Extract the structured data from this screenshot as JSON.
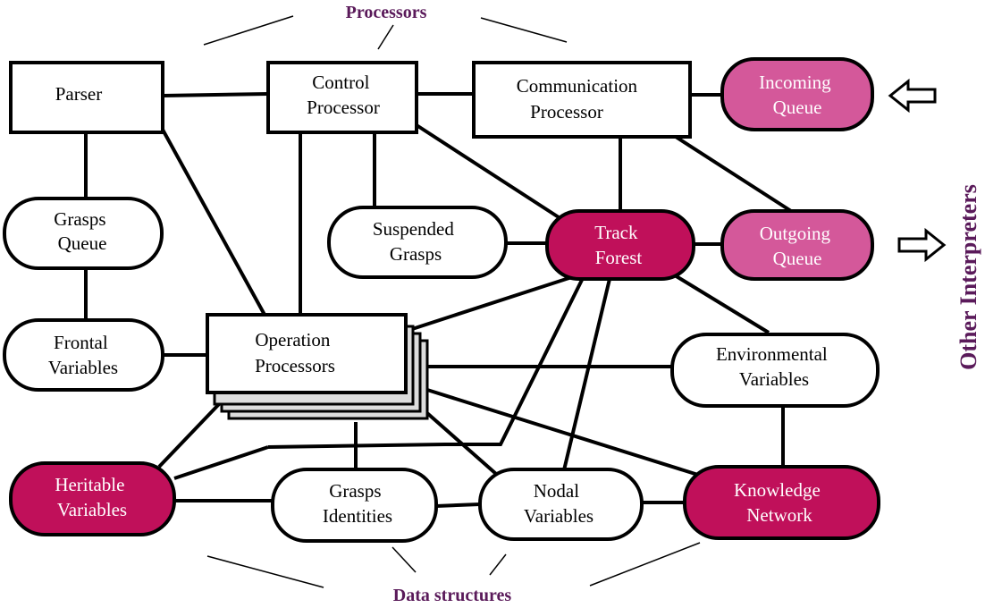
{
  "colors": {
    "dark_magenta": "#c0105a",
    "light_magenta": "#d4589a",
    "label_purple": "#5a1a5a",
    "white": "#ffffff"
  },
  "labels": {
    "processors": "Processors",
    "data_structures": "Data structures",
    "other_interpreters": "Other Interpreters"
  },
  "nodes": {
    "parser": [
      "Parser"
    ],
    "control_processor": [
      "Control",
      "Processor"
    ],
    "communication_processor": [
      "Communication",
      "Processor"
    ],
    "incoming_queue": [
      "Incoming",
      "Queue"
    ],
    "grasps_queue": [
      "Grasps",
      "Queue"
    ],
    "suspended_grasps": [
      "Suspended",
      "Grasps"
    ],
    "track_forest": [
      "Track",
      "Forest"
    ],
    "outgoing_queue": [
      "Outgoing",
      "Queue"
    ],
    "frontal_variables": [
      "Frontal",
      "Variables"
    ],
    "operation_processors": [
      "Operation",
      "Processors"
    ],
    "environmental_variables": [
      "Environmental",
      "Variables"
    ],
    "heritable_variables": [
      "Heritable",
      "Variables"
    ],
    "grasps_identities": [
      "Grasps",
      "Identities"
    ],
    "nodal_variables": [
      "Nodal",
      "Variables"
    ],
    "knowledge_network": [
      "Knowledge",
      "Network"
    ]
  },
  "arrows": {
    "incoming": "arrow-left-icon",
    "outgoing": "arrow-right-icon"
  }
}
